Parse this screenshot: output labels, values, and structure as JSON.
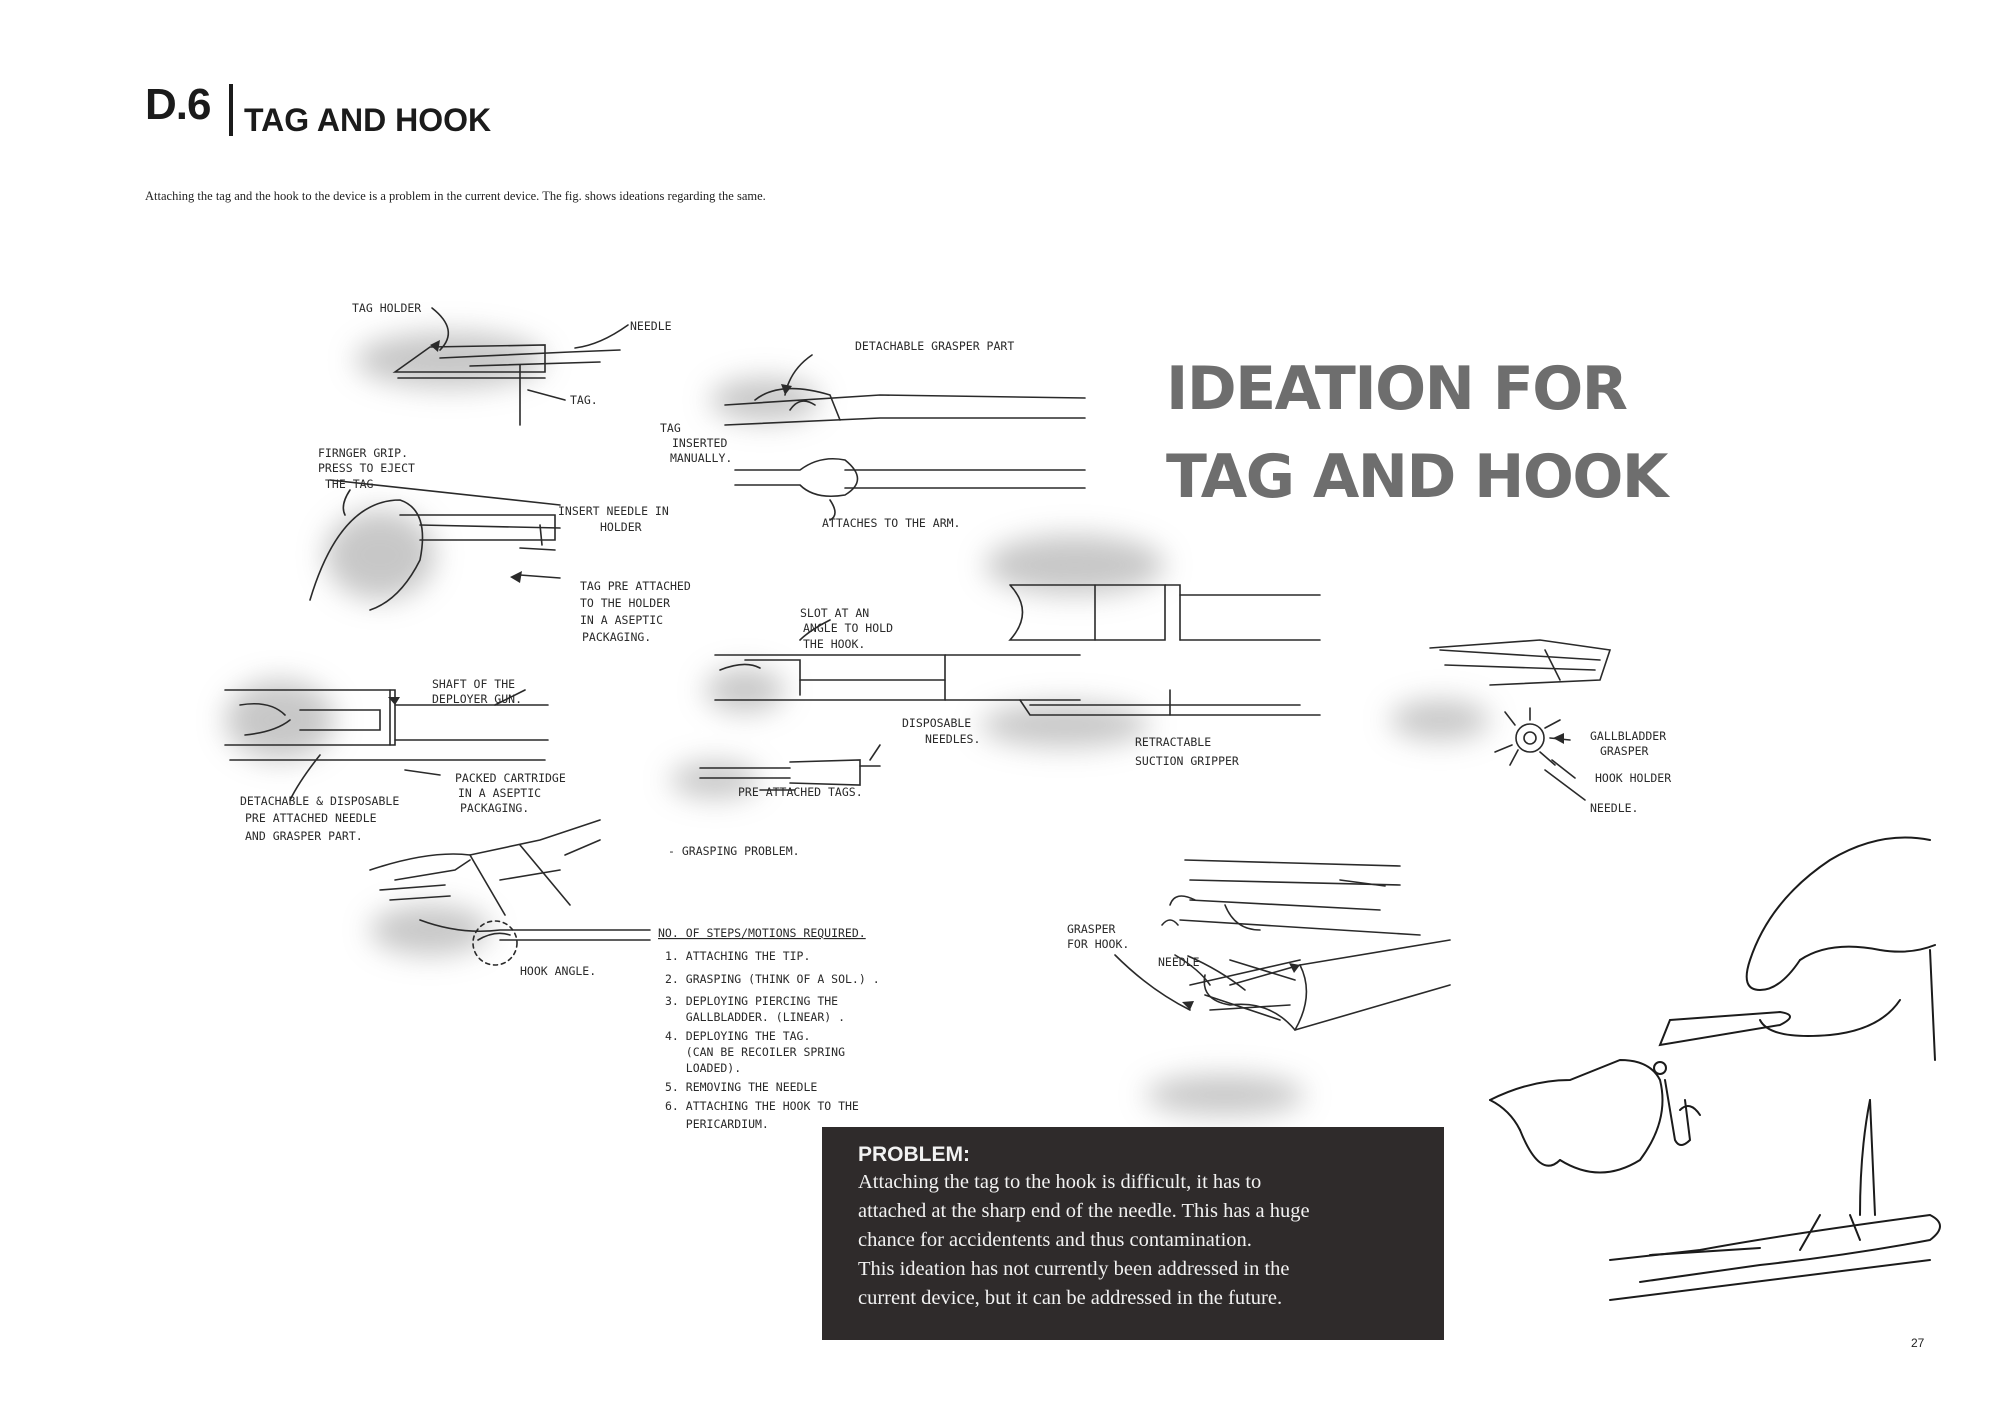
{
  "header": {
    "section_code": "D.6",
    "section_title": "TAG AND HOOK",
    "intro": "Attaching the tag and the hook to the device is a problem in the current device. The fig. shows ideations regarding the same."
  },
  "ideation_title": [
    "IDEATION FOR",
    "TAG AND HOOK"
  ],
  "sketch_notes": {
    "tag_holder": "TAG HOLDER",
    "needle": "NEEDLE",
    "tag": "TAG.",
    "finger_grip": [
      "FIRNGER GRIP.",
      "PRESS TO EJECT",
      "THE TAG"
    ],
    "insert_needle": [
      "INSERT NEEDLE IN",
      "HOLDER"
    ],
    "tag_pre_attached": [
      "TAG PRE ATTACHED",
      "TO THE HOLDER",
      "IN A ASEPTIC",
      "PACKAGING."
    ],
    "detachable_grasper": "DETACHABLE GRASPER PART",
    "tag_inserted": [
      "TAG",
      "INSERTED",
      "MANUALLY."
    ],
    "attaches_to_arm": "ATTACHES TO THE   ARM.",
    "slot_at_angle": [
      "SLOT AT AN",
      "ANGLE TO HOLD",
      "THE HOOK."
    ],
    "disposable_needles": [
      "DISPOSABLE",
      "NEEDLES."
    ],
    "pre_attached_tags": "PRE ATTACHED TAGS.",
    "retractable_gripper": [
      "RETRACTABLE",
      "SUCTION GRIPPER"
    ],
    "shaft": [
      "SHAFT OF THE",
      "DEPLOYER GUN."
    ],
    "packed_cartridge": [
      "PACKED CARTRIDGE",
      "IN A ASEPTIC",
      "PACKAGING."
    ],
    "detachable_disposable": [
      "DETACHABLE & DISPOSABLE",
      "PRE ATTACHED NEEDLE",
      "AND GRASPER PART."
    ],
    "grasping_problem": "- GRASPING PROBLEM.",
    "hook_angle": "HOOK ANGLE.",
    "gallbladder_grasper": [
      "GALLBLADDER",
      "GRASPER"
    ],
    "hook_holder": "HOOK HOLDER",
    "needle_2": "NEEDLE.",
    "grasper_for_hook": [
      "GRASPER",
      "FOR HOOK."
    ],
    "needle_3": "NEEDLE"
  },
  "steps": {
    "heading": "NO. OF STEPS/MOTIONS REQUIRED.",
    "items": [
      "1. ATTACHING THE TIP.",
      "2. GRASPING (THINK OF A SOL.) .",
      "3. DEPLOYING PIERCING THE",
      "   GALLBLADDER. (LINEAR) .",
      "4. DEPLOYING THE TAG.",
      "   (CAN BE RECOILER SPRING",
      "   LOADED).",
      "5. REMOVING THE NEEDLE",
      "6. ATTACHING THE HOOK TO THE",
      "   PERICARDIUM."
    ]
  },
  "problem": {
    "heading": "PROBLEM:",
    "body": "Attaching the tag to the hook is difficult, it has to\nattached at the sharp end of the needle. This has a huge\nchance for accidentents and thus contamination.\nThis ideation has not currently been addressed in the\ncurrent device, but it can be  addressed in the future."
  },
  "page_number": "27",
  "colors": {
    "title_gray": "#6e6e6e",
    "problem_bg": "#2f2b2b",
    "ink": "#2a2a2a"
  },
  "icons": [
    "hand-illustration"
  ]
}
